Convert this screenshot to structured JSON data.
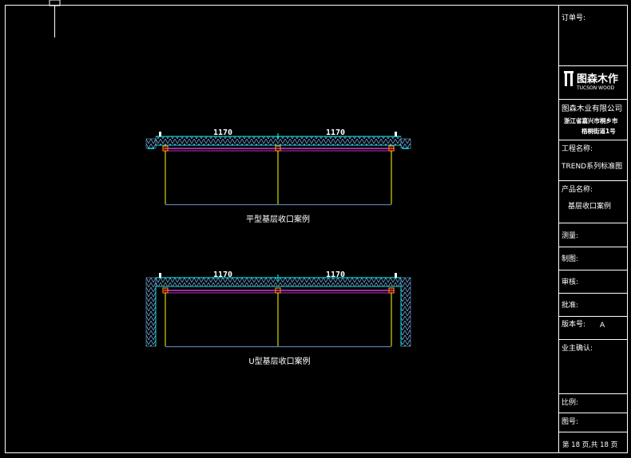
{
  "title_block": {
    "order_no_label": "订单号:",
    "logo_cn": "图森木作",
    "logo_en": "TUCSON WOOD",
    "company": "图森木业有限公司",
    "address_line1": "浙江省嘉兴市桐乡市",
    "address_line2": "梧桐街道1号",
    "project_label": "工程名称:",
    "project_value": "TREND系列标准图",
    "product_label": "产品名称:",
    "product_value": "基层收口案例",
    "survey_label": "测量:",
    "drawn_label": "制图:",
    "review_label": "审核:",
    "approve_label": "批准:",
    "version_label": "版本号:",
    "version_value": "A",
    "owner_label": "业主确认:",
    "scale_label": "比例:",
    "drawing_no_label": "图号:",
    "page_info": "第 18 页,共 18 页"
  },
  "drawings": {
    "flat": {
      "caption": "平型基层收口案例",
      "dim_left": "1170",
      "dim_right": "1170"
    },
    "u_type": {
      "caption": "U型基层收口案例",
      "dim_left": "1170",
      "dim_right": "1170"
    }
  },
  "colors": {
    "background": "#000000",
    "frame": "#ffffff",
    "hatch": "#6fa8dc",
    "cyan": "#00ffff",
    "magenta": "#ff40ff",
    "yellow": "#ffff00",
    "orange": "#ff8000",
    "red": "#ff2020",
    "frame_bottom": "#5a7fa8"
  }
}
